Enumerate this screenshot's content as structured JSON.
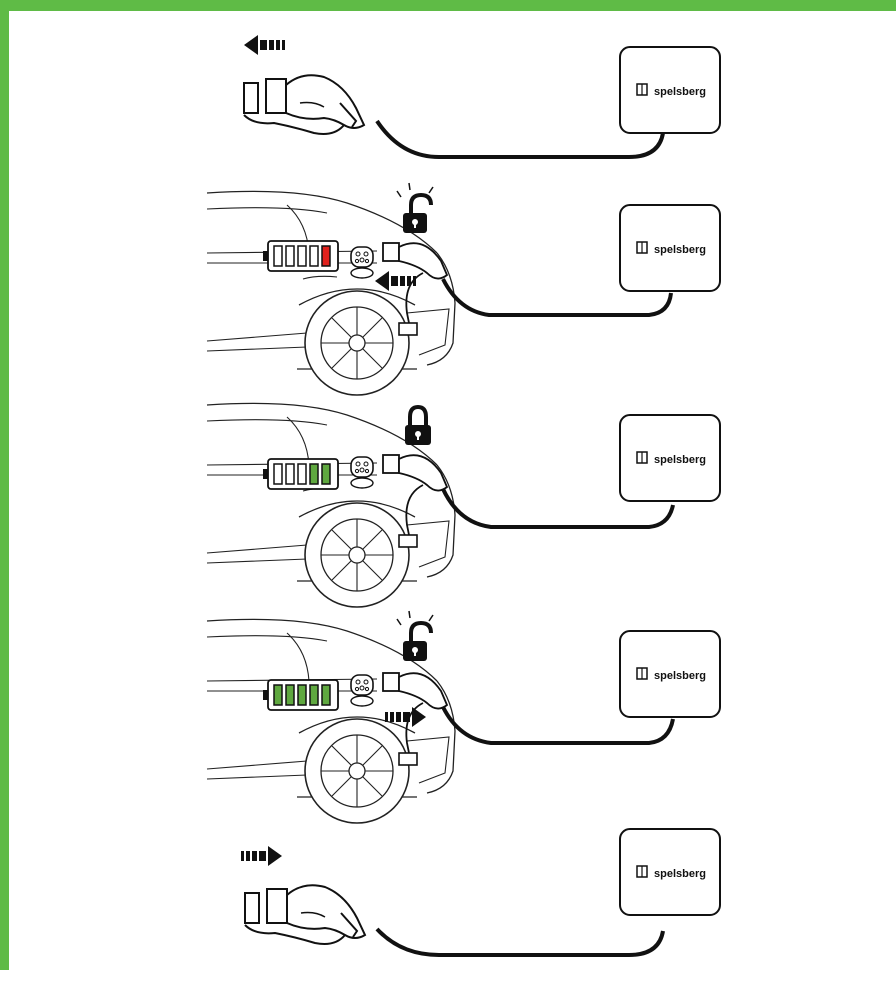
{
  "brand": {
    "name": "spelsberg",
    "logo_letters": "els"
  },
  "colors": {
    "border": "#5fbb46",
    "battery_low": "#e0211d",
    "battery_charged": "#5fa83f",
    "line": "#111111"
  },
  "steps": [
    {
      "id": 1,
      "action": "plug-removed",
      "arrow": "left",
      "lock": "none",
      "battery": null
    },
    {
      "id": 2,
      "action": "plug-disconnecting",
      "arrow": "left",
      "lock": "unlocked-blinking",
      "battery": {
        "segments": 5,
        "filled": 1,
        "color": "red"
      }
    },
    {
      "id": 3,
      "action": "charging",
      "arrow": "none",
      "lock": "locked",
      "battery": {
        "segments": 5,
        "filled": 2,
        "color": "green"
      }
    },
    {
      "id": 4,
      "action": "plug-connecting",
      "arrow": "right",
      "lock": "unlocked-blinking",
      "battery": {
        "segments": 5,
        "filled": 5,
        "color": "green"
      }
    },
    {
      "id": 5,
      "action": "plug-inserted",
      "arrow": "right",
      "lock": "none",
      "battery": null
    }
  ]
}
